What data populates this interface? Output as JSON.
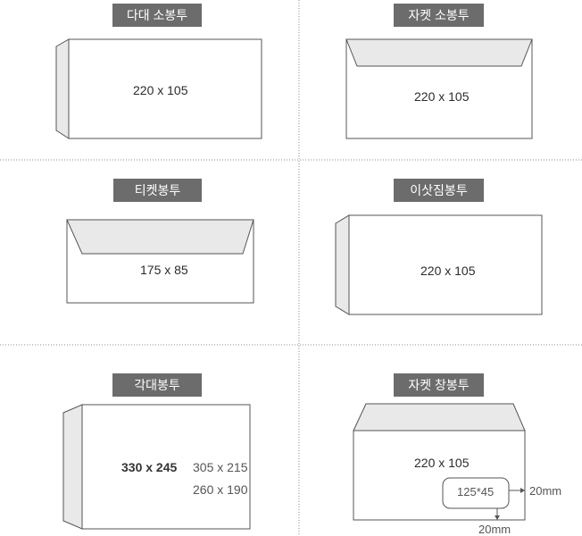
{
  "envelopes": [
    {
      "label": "다대 소봉투",
      "size": "220 x 105"
    },
    {
      "label": "자켓 소봉투",
      "size": "220 x 105"
    },
    {
      "label": "티켓봉투",
      "size": "175 x 85"
    },
    {
      "label": "이삿짐봉투",
      "size": "220 x 105"
    },
    {
      "label": "각대봉투",
      "size": "330 x 245",
      "alt_sizes": [
        "305 x 215",
        "260 x 190"
      ]
    },
    {
      "label": "자켓 창봉투",
      "size": "220 x 105",
      "window_size": "125*45",
      "dim_right": "20mm",
      "dim_bottom": "20mm"
    }
  ],
  "colors": {
    "label_bg": "#6c6c6c",
    "label_text": "#ffffff",
    "flap_fill": "#e9e9e9",
    "line": "#555555"
  }
}
